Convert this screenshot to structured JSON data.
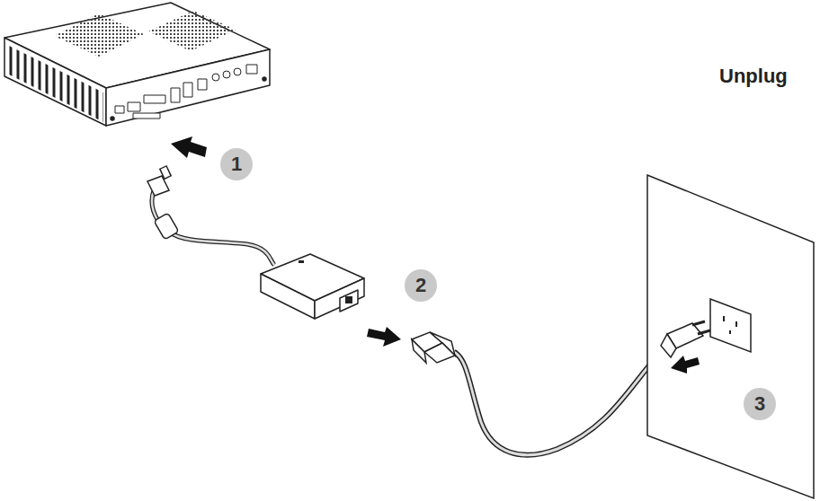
{
  "diagram": {
    "title": "Unplug",
    "labels": [
      "1",
      "2",
      "3"
    ]
  }
}
